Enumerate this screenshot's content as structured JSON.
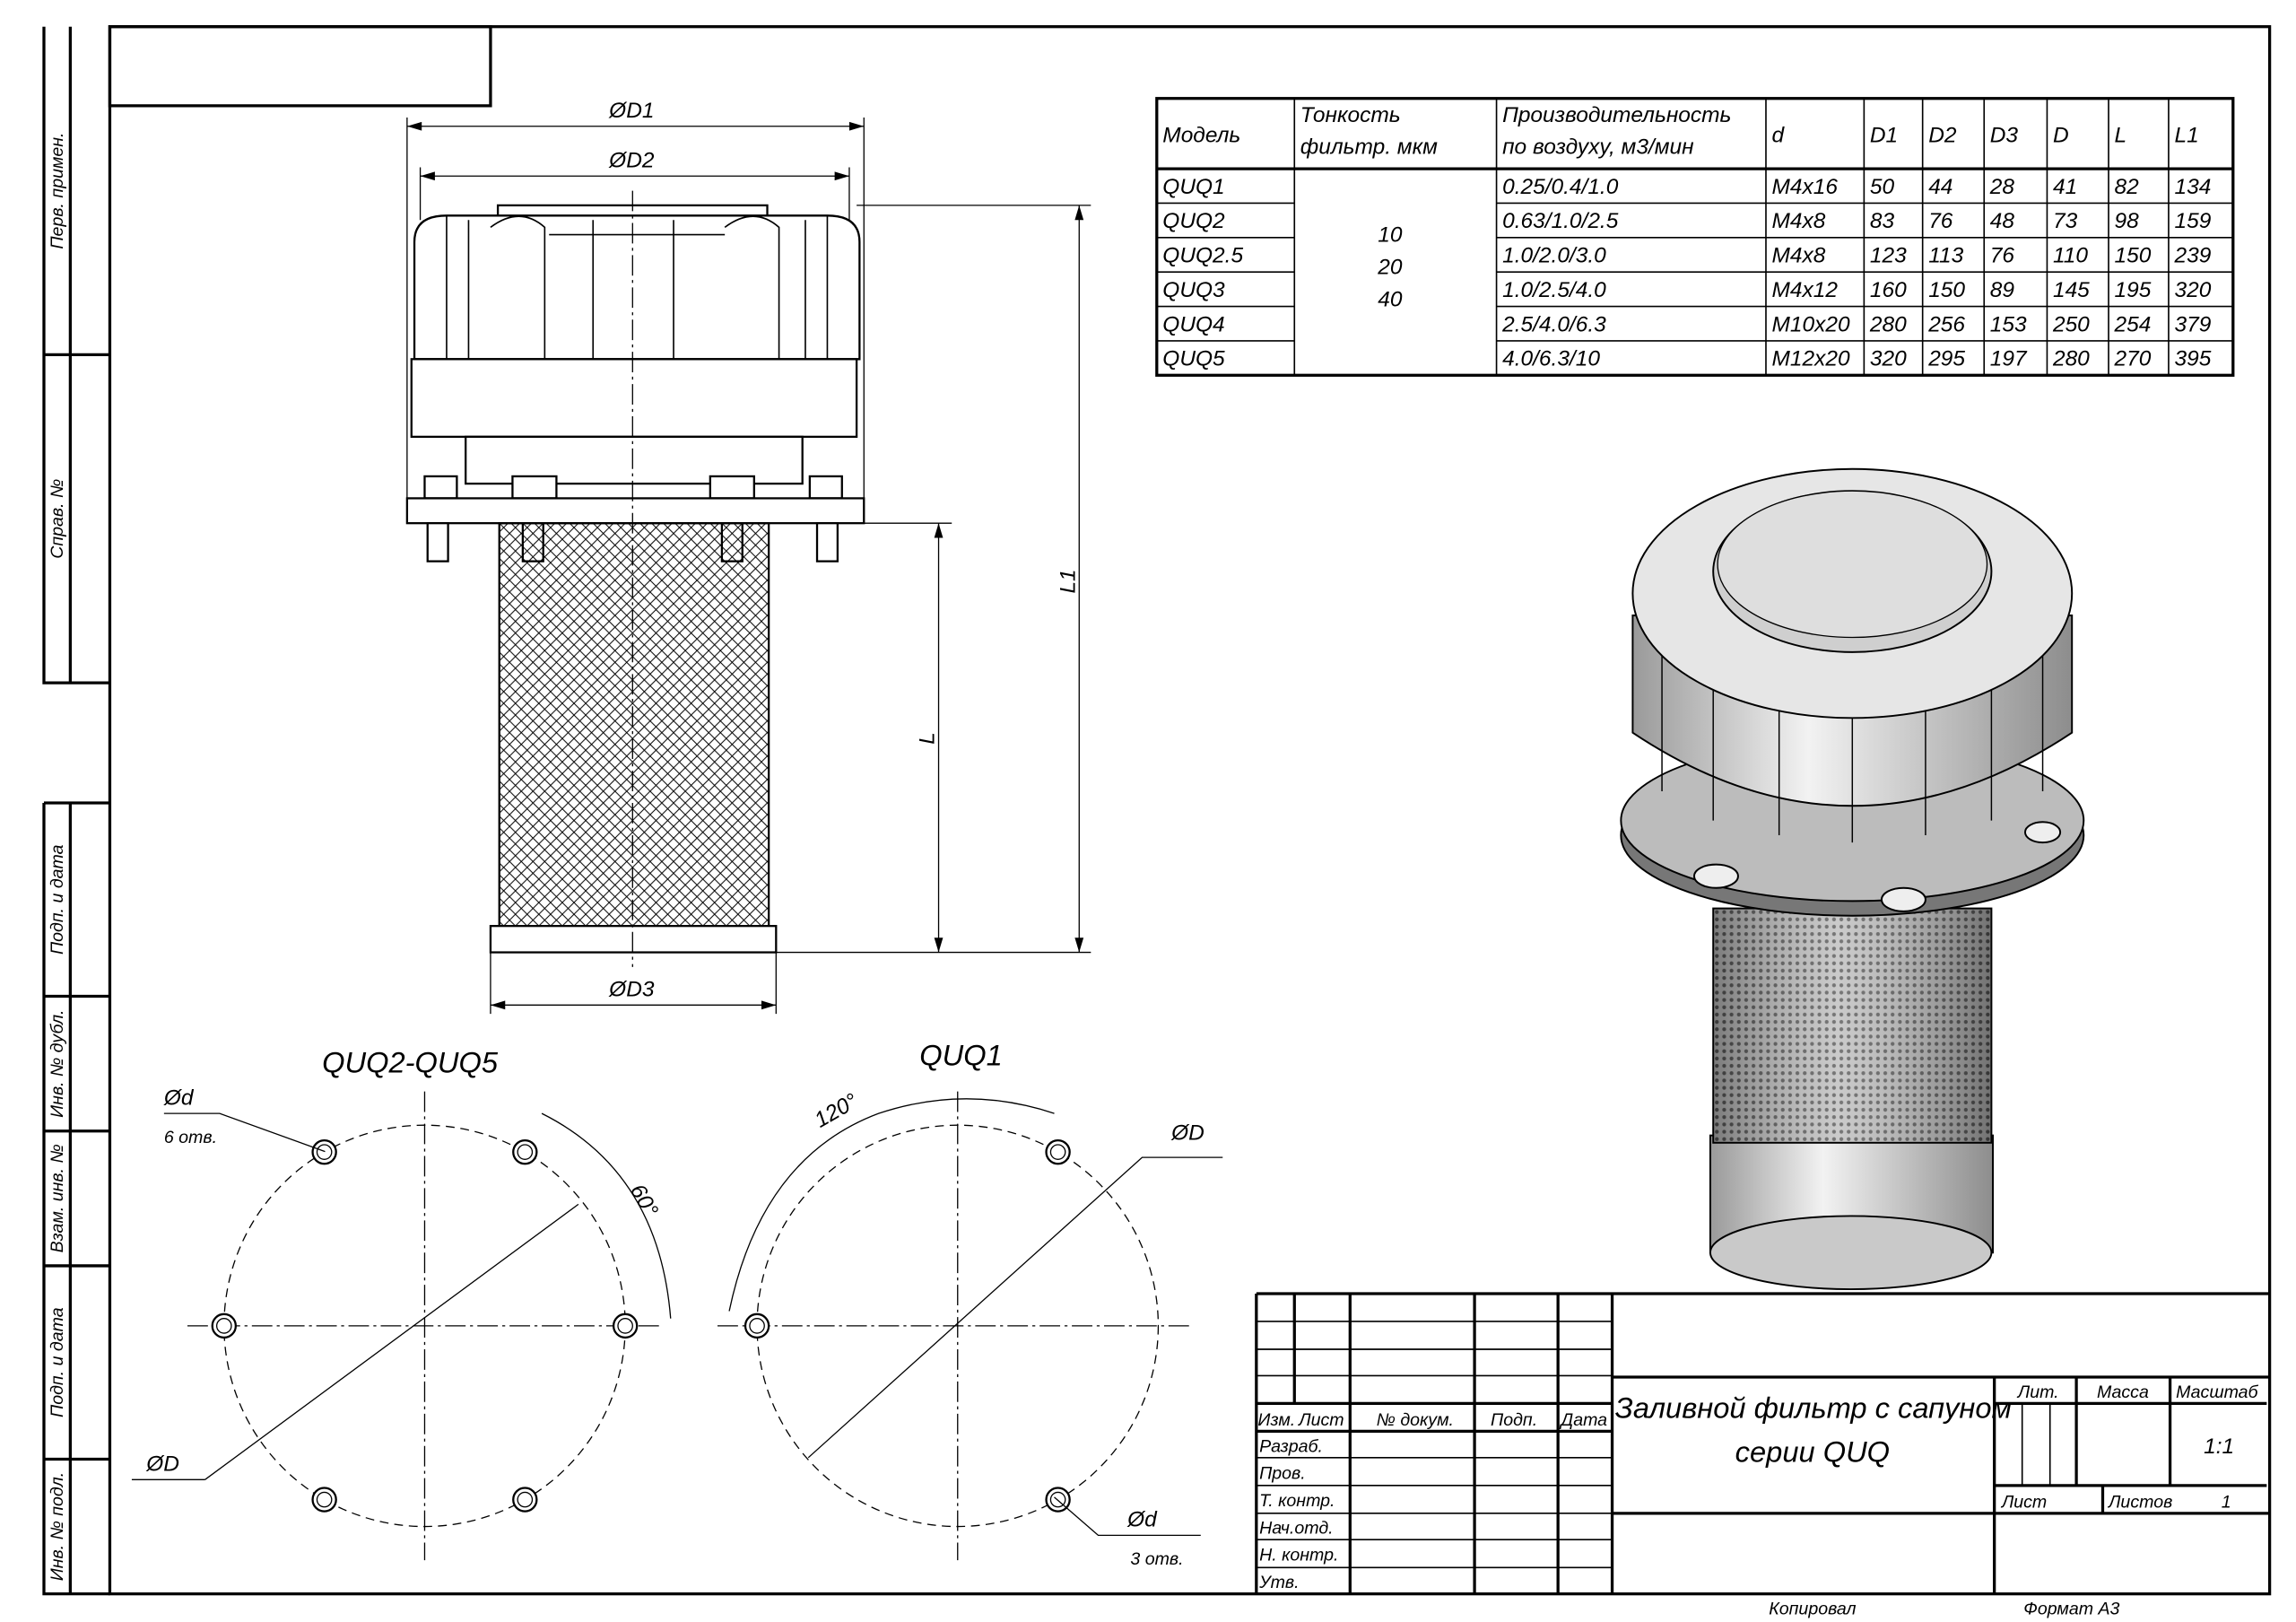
{
  "side_strip": [
    "Перв. примен.",
    "Справ. №",
    "Подп. и дата",
    "Инв. № дубл.",
    "Взам. инв. №",
    "Подп. и дата",
    "Инв. № подл."
  ],
  "table": {
    "headers": [
      "Модель",
      "Тонкость|фильтр. мкм",
      "Производительность| по воздуху, м3/мин",
      "d",
      "D1",
      "D2",
      "D3",
      "D",
      "L",
      "L1"
    ],
    "fineness": [
      "10",
      "20",
      "40"
    ],
    "rows": [
      [
        "QUQ1",
        "0.25/0.4/1.0",
        "M4x16",
        "50",
        "44",
        "28",
        "41",
        "82",
        "134"
      ],
      [
        "QUQ2",
        "0.63/1.0/2.5",
        "M4x8",
        "83",
        "76",
        "48",
        "73",
        "98",
        "159"
      ],
      [
        "QUQ2.5",
        "1.0/2.0/3.0",
        "M4x8",
        "123",
        "113",
        "76",
        "110",
        "150",
        "239"
      ],
      [
        "QUQ3",
        "1.0/2.5/4.0",
        "M4x12",
        "160",
        "150",
        "89",
        "145",
        "195",
        "320"
      ],
      [
        "QUQ4",
        "2.5/4.0/6.3",
        "M10x20",
        "280",
        "256",
        "153",
        "250",
        "254",
        "379"
      ],
      [
        "QUQ5",
        "4.0/6.3/10",
        "M12x20",
        "320",
        "295",
        "197",
        "280",
        "270",
        "395"
      ]
    ]
  },
  "front_view": {
    "d1": "ØD1",
    "d2": "ØD2",
    "d3": "ØD3",
    "l1": "L1",
    "l": "L"
  },
  "pattern_a": {
    "title": "QUQ2-QUQ5",
    "hole": "Ød",
    "hole_count": "6 отв.",
    "angle": "60°",
    "diameter": "ØD"
  },
  "pattern_b": {
    "title": "QUQ1",
    "hole": "Ød",
    "hole_count": "3 отв.",
    "angle": "120°",
    "diameter": "ØD"
  },
  "title_block": {
    "col_headers": [
      "Изм.",
      "Лист",
      "№ докум.",
      "Подп.",
      "Дата"
    ],
    "roles": [
      "Разраб.",
      "Пров.",
      "Т. контр.",
      "Нач.отд.",
      "Н. контр.",
      "Утв."
    ],
    "title_line1": "Заливной фильтр с сапуном",
    "title_line2": "серии QUQ",
    "lit": "Лит.",
    "mass": "Масса",
    "scale_label": "Масштаб",
    "scale": "1:1",
    "sheet": "Лист",
    "sheets": "Листов",
    "sheets_value": "1",
    "copied": "Копировал",
    "format": "Формат А3"
  }
}
